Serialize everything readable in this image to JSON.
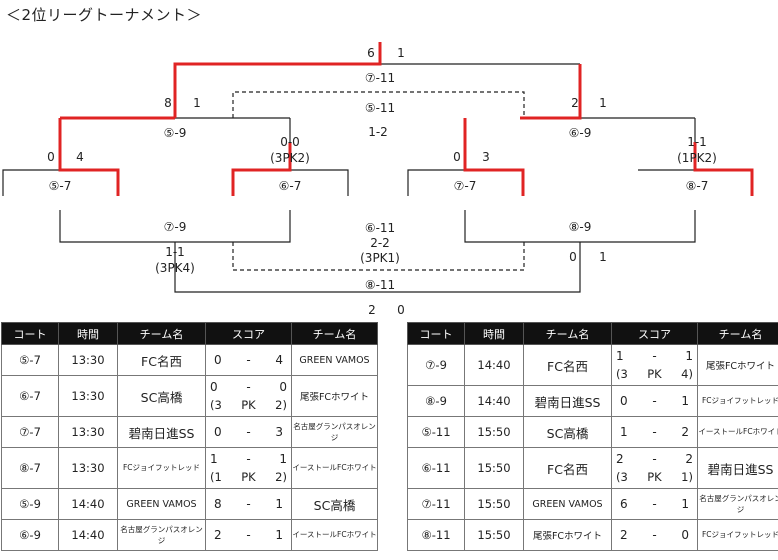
{
  "title": "＜2位リーグトーナメント＞",
  "bracket": {
    "top_score_left": "6",
    "top_score_right": "1",
    "top_match": "⑦-11",
    "mid_match_upper": "⑤-11",
    "mid_score_upper": "1-2",
    "left_semi_score_left": "8",
    "left_semi_score_right": "1",
    "left_semi_match": "⑤-9",
    "right_semi_score_left": "2",
    "right_semi_score_right": "1",
    "right_semi_match": "⑥-9",
    "left_q1_score_left": "0",
    "left_q1_score_right": "4",
    "left_q2_score": "0-0",
    "left_q2_pk": "(3PK2)",
    "right_q1_score_left": "0",
    "right_q1_score_right": "3",
    "right_q2_score": "1-1",
    "right_q2_pk": "(1PK2)",
    "match_5_7": "⑤-7",
    "match_6_7": "⑥-7",
    "match_7_7": "⑦-7",
    "match_8_7": "⑧-7",
    "lower_left_match": "⑦-9",
    "lower_left_score": "1-1",
    "lower_left_pk": "(3PK4)",
    "lower_right_match": "⑧-9",
    "lower_right_score_left": "0",
    "lower_right_score_right": "1",
    "mid_match_lower": "⑥-11",
    "mid_score_lower": "2-2",
    "mid_pk_lower": "(3PK1)",
    "bottom_match": "⑧-11",
    "bottom_score_left": "2",
    "bottom_score_right": "0"
  },
  "headers": [
    "コート",
    "時間",
    "チーム名",
    "スコア",
    "チーム名"
  ],
  "left_table": [
    {
      "court": "⑤-7",
      "time": "13:30",
      "team1": "FC名西",
      "t1c": "team",
      "s1": "0",
      "s2": "4",
      "pk": null,
      "team2": "GREEN VAMOS",
      "t2c": "mid"
    },
    {
      "court": "⑥-7",
      "time": "13:30",
      "team1": "SC高橋",
      "t1c": "team",
      "s1": "0",
      "s2": "0",
      "pk": [
        "3",
        "PK",
        "2"
      ],
      "team2": "尾張FCホワイト",
      "t2c": "mid"
    },
    {
      "court": "⑦-7",
      "time": "13:30",
      "team1": "碧南日進SS",
      "t1c": "team",
      "s1": "0",
      "s2": "3",
      "pk": null,
      "team2": "名古屋グランパスオレンジ",
      "t2c": "sm"
    },
    {
      "court": "⑧-7",
      "time": "13:30",
      "team1": "FCジョイフットレッド",
      "t1c": "sm",
      "s1": "1",
      "s2": "1",
      "pk": [
        "1",
        "PK",
        "2"
      ],
      "team2": "イーストールFCホワイト",
      "t2c": "sm"
    },
    {
      "court": "⑤-9",
      "time": "14:40",
      "team1": "GREEN VAMOS",
      "t1c": "mid",
      "s1": "8",
      "s2": "1",
      "pk": null,
      "team2": "SC高橋",
      "t2c": "team"
    },
    {
      "court": "⑥-9",
      "time": "14:40",
      "team1": "名古屋グランパスオレンジ",
      "t1c": "sm",
      "s1": "2",
      "s2": "1",
      "pk": null,
      "team2": "イーストールFCホワイト",
      "t2c": "sm"
    }
  ],
  "right_table": [
    {
      "court": "⑦-9",
      "time": "14:40",
      "team1": "FC名西",
      "t1c": "team",
      "s1": "1",
      "s2": "1",
      "pk": [
        "3",
        "PK",
        "4"
      ],
      "team2": "尾張FCホワイト",
      "t2c": "mid"
    },
    {
      "court": "⑧-9",
      "time": "14:40",
      "team1": "碧南日進SS",
      "t1c": "team",
      "s1": "0",
      "s2": "1",
      "pk": null,
      "team2": "FCジョイフットレッド",
      "t2c": "sm"
    },
    {
      "court": "⑤-11",
      "time": "15:50",
      "team1": "SC高橋",
      "t1c": "team",
      "s1": "1",
      "s2": "2",
      "pk": null,
      "team2": "イーストールFCホワイト",
      "t2c": "sm"
    },
    {
      "court": "⑥-11",
      "time": "15:50",
      "team1": "FC名西",
      "t1c": "team",
      "s1": "2",
      "s2": "2",
      "pk": [
        "3",
        "PK",
        "1"
      ],
      "team2": "碧南日進SS",
      "t2c": "team"
    },
    {
      "court": "⑦-11",
      "time": "15:50",
      "team1": "GREEN VAMOS",
      "t1c": "mid",
      "s1": "6",
      "s2": "1",
      "pk": null,
      "team2": "名古屋グランパスオレンジ",
      "t2c": "sm"
    },
    {
      "court": "⑧-11",
      "time": "15:50",
      "team1": "尾張FCホワイト",
      "t1c": "mid",
      "s1": "2",
      "s2": "0",
      "pk": null,
      "team2": "FCジョイフットレッド",
      "t2c": "sm"
    }
  ],
  "score_dash": "-"
}
